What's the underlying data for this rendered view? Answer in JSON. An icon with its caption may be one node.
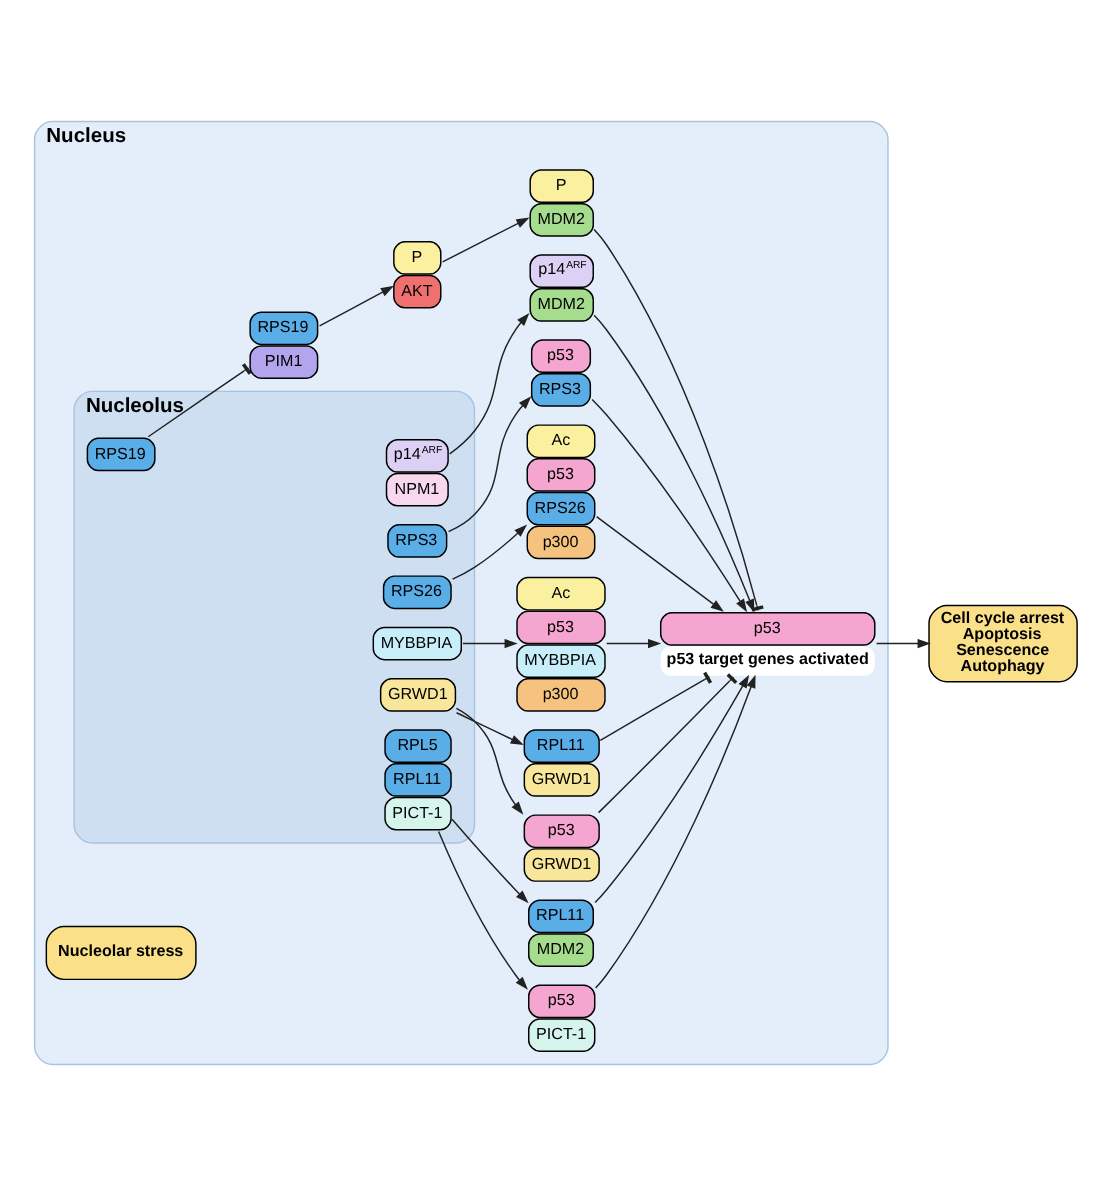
{
  "diagram": {
    "nodes": [
      {
        "text": [
          "Nucleus"
        ]
      },
      {
        "text": [
          "Nucleolus"
        ],
        "in": 0
      },
      {
        "text": [
          "RPL5",
          "RPL11",
          "PICT-1"
        ],
        "in": 1
      },
      {
        "text": [
          "GRWD1"
        ],
        "in": 1
      },
      {
        "text": [
          "MYBBPIA"
        ],
        "in": 1
      },
      {
        "text": [
          "RPS26"
        ],
        "in": 1
      },
      {
        "text": [
          "RPS3"
        ],
        "in": 1
      },
      {
        "text": [
          "p14$^{ARF}$",
          "NPM1"
        ],
        "in": 1
      },
      {
        "text": [
          "RPS19"
        ],
        "in": 1
      },
      {
        "text": [
          "p53",
          "PICT-1"
        ],
        "in": 0
      },
      {
        "text": [
          "RPL11",
          "MDM2"
        ],
        "in": 0
      },
      {
        "text": [
          "p53",
          "GRWD1"
        ],
        "in": 0
      },
      {
        "text": [
          "RPL11",
          "GRWD1"
        ],
        "in": 0
      },
      {
        "text": [
          "Ac",
          "p53",
          "MYBBPIA",
          "p300"
        ],
        "in": 0
      },
      {
        "text": [
          "Ac",
          "p53",
          "RPS26",
          "p300"
        ],
        "in": 0
      },
      {
        "text": [
          "p53",
          "RPS3"
        ],
        "in": 0
      },
      {
        "text": [
          "p14$^{ARF}$",
          "MDM2"
        ],
        "in": 0
      },
      {
        "text": [
          "RPS19",
          "PIM1"
        ],
        "in": 0
      },
      {
        "text": [
          "P",
          "AKT"
        ],
        "in": 0
      },
      {
        "text": [
          "P",
          "MDM2"
        ],
        "in": 0
      },
      {
        "text": [
          "p53",
          "p53 target genes activated"
        ],
        "in": 0
      },
      {
        "text": [
          "Cell cycle arrest",
          "Apoptosis",
          "Senescence",
          "Autophagy"
        ]
      }
    ],
    "edges": [
      {
        "from": 2,
        "to": 9,
        "arrow": "to"
      },
      {
        "from": 2,
        "to": 10,
        "arrow": "to"
      },
      {
        "from": 3,
        "to": 11,
        "arrow": "to"
      },
      {
        "from": 3,
        "to": 12,
        "arrow": "to"
      },
      {
        "from": 4,
        "to": 13,
        "arrow": "to"
      },
      {
        "from": 5,
        "to": 14,
        "arrow": "to"
      },
      {
        "from": 6,
        "to": 15,
        "arrow": "to"
      },
      {
        "from": 7,
        "to": 16,
        "arrow": "to"
      },
      {
        "from": 8,
        "to": 17,
        "arrow": "other"
      },
      {
        "from": 17,
        "to": 18,
        "arrow": "to"
      },
      {
        "from": 18,
        "to": 19,
        "arrow": "to"
      },
      {
        "from": 9,
        "to": 20,
        "arrow": "to"
      },
      {
        "from": 10,
        "to": 20,
        "arrow": "to"
      },
      {
        "from": 11,
        "to": 20,
        "arrow": "other"
      },
      {
        "from": 12,
        "to": 20,
        "arrow": "other"
      },
      {
        "from": 13,
        "to": 20,
        "arrow": "to"
      },
      {
        "from": 14,
        "to": 20,
        "arrow": "to"
      },
      {
        "from": 15,
        "to": 20,
        "arrow": "to"
      },
      {
        "from": 16,
        "to": 20,
        "arrow": "to"
      },
      {
        "from": 19,
        "to": 20,
        "arrow": "other"
      },
      {
        "from": 20,
        "to": 21,
        "arrow": "to"
      }
    ],
    "labels": [
      "Nucleolar stress"
    ]
  }
}
